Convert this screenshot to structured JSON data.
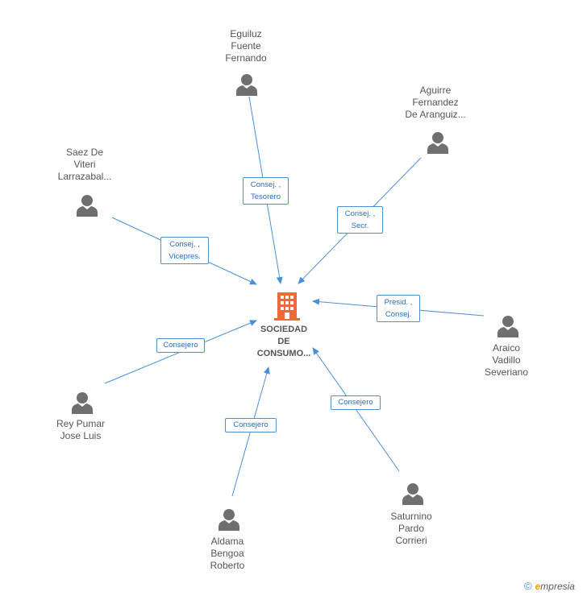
{
  "center": {
    "label": [
      "SOCIEDAD",
      "DE",
      "CONSUMO..."
    ],
    "icon": "building-icon",
    "color": "#ee6a3b"
  },
  "people": [
    {
      "id": "eguiluz",
      "name": [
        "Eguiluz",
        "Fuente",
        "Fernando"
      ],
      "role": [
        "Consej. ,",
        "Tesorero"
      ]
    },
    {
      "id": "aguirre",
      "name": [
        "Aguirre",
        "Fernandez",
        "De Aranguiz..."
      ],
      "role": [
        "Consej. ,",
        "Secr."
      ]
    },
    {
      "id": "saez",
      "name": [
        "Saez De",
        "Viteri",
        "Larrazabal..."
      ],
      "role": [
        "Consej. ,",
        "Vicepres."
      ]
    },
    {
      "id": "araico",
      "name": [
        "Araico",
        "Vadillo",
        "Severiano"
      ],
      "role": [
        "Presid. ,",
        "Consej."
      ]
    },
    {
      "id": "rey",
      "name": [
        "Rey Pumar",
        "Jose Luis"
      ],
      "role": [
        "Consejero"
      ]
    },
    {
      "id": "saturnino",
      "name": [
        "Saturnino",
        "Pardo",
        "Corrieri"
      ],
      "role": [
        "Consejero"
      ]
    },
    {
      "id": "aldama",
      "name": [
        "Aldama",
        "Bengoa",
        "Roberto"
      ],
      "role": [
        "Consejero"
      ]
    }
  ],
  "colors": {
    "edge": "#4a90d9",
    "person": "#6f6f6f",
    "text": "#555555"
  },
  "footer": {
    "copyright": "©",
    "brand_first": "e",
    "brand_rest": "mpresia"
  }
}
